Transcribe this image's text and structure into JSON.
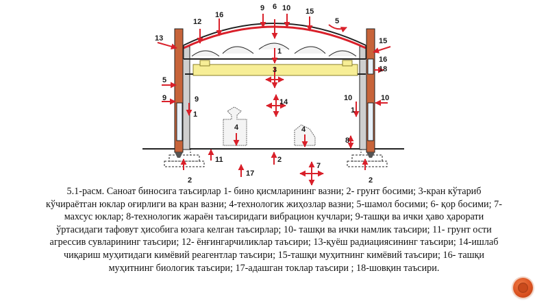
{
  "diagram": {
    "labels": {
      "l1": "1",
      "l1b": "1",
      "l1c": "1",
      "l2a": "2",
      "l2b": "2",
      "l2c": "2",
      "l3": "3",
      "l4a": "4",
      "l4b": "4",
      "l5a": "5",
      "l5b": "5",
      "l6": "6",
      "l7": "7",
      "l8": "8",
      "l9a": "9",
      "l9b": "9",
      "l9c": "9",
      "l10a": "10",
      "l10b": "10",
      "l10c": "10",
      "l11": "11",
      "l12": "12",
      "l13": "13",
      "l14": "14",
      "l15a": "15",
      "l15b": "15",
      "l16a": "16",
      "l16b": "16",
      "l17": "17",
      "l18": "18"
    }
  },
  "caption": "5.1-расм. Саноат биносига таъсирлар 1- бино қисмларининг вазни; 2- грунт босими; 3-кран кўтариб кўчираётган юклар оғирлиги ва кран вазни; 4-технологик жиҳозлар вазни; 5-шамол босими; 6- қор босими; 7-махсус юклар; 8-технологик жараён таъсиридаги вибрацион кучлари; 9-ташқи ва ички ҳаво ҳарорати ўртасидаги тафовут ҳисобига юзага келган таъсирлар; 10- ташқи ва ички намлик таъсири; 11- грунт ости агрессив сувларининг таъсири; 12- ёнғингарчиликлар таъсири; 13-қуёш радиациясининг таъсири; 14-ишлаб чиқариш муҳитидаги кимёвий реагентлар таъсири; 15-ташқи муҳитнинг кимёвий таъсири; 16- ташқи муҳитнинг биологик таъсири; 17-адашган токлар таъсири ; 18-шовқин таъсири.",
  "colors": {
    "arrow": "#d9202a",
    "column": "#c7643a",
    "crane": "#f7ee96",
    "roof": "#d9202a",
    "button": "#d9501f"
  }
}
